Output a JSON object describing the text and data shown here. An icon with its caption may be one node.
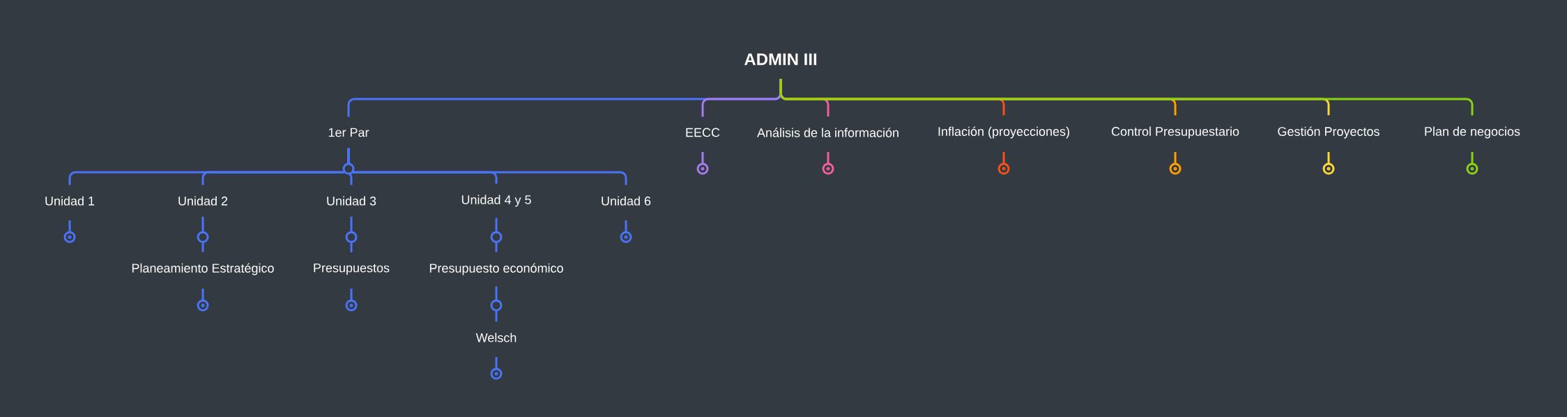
{
  "diagram": {
    "nodes": [
      {
        "text": [
          "ADMIN III"
        ]
      },
      {
        "text": [
          "1er Par"
        ]
      },
      {
        "text": [
          "EECC"
        ]
      },
      {
        "text": [
          "Análisis de la información"
        ]
      },
      {
        "text": [
          "Inflación (proyecciones)"
        ]
      },
      {
        "text": [
          "Control Presupuestario"
        ]
      },
      {
        "text": [
          "Gestión Proyectos"
        ]
      },
      {
        "text": [
          "Plan de negocios"
        ]
      },
      {
        "text": [
          "Unidad 1"
        ]
      },
      {
        "text": [
          "Unidad 2"
        ]
      },
      {
        "text": [
          "Unidad 3"
        ]
      },
      {
        "text": [
          "Unidad 4 y 5"
        ]
      },
      {
        "text": [
          "Unidad 6"
        ]
      },
      {
        "text": [
          "Planeamiento Estratégico"
        ]
      },
      {
        "text": [
          "Presupuestos"
        ]
      },
      {
        "text": [
          "Presupuesto económico"
        ]
      },
      {
        "text": [
          "Welsch"
        ]
      }
    ],
    "edges": [
      {
        "from": 0,
        "to": 1,
        "arrow": "none"
      },
      {
        "from": 0,
        "to": 2,
        "arrow": "none",
        "color": "#a67cf2"
      },
      {
        "from": 0,
        "to": 3,
        "arrow": "none",
        "color": "#f0609a"
      },
      {
        "from": 0,
        "to": 4,
        "arrow": "none",
        "color": "#f4511e"
      },
      {
        "from": 0,
        "to": 5,
        "arrow": "none",
        "color": "#ffa000"
      },
      {
        "from": 0,
        "to": 6,
        "arrow": "none",
        "color": "#fdd835"
      },
      {
        "from": 0,
        "to": 7,
        "arrow": "none",
        "color": "#8bd313"
      },
      {
        "from": 1,
        "to": 8,
        "arrow": "none"
      },
      {
        "from": 1,
        "to": 9,
        "arrow": "none"
      },
      {
        "from": 1,
        "to": 10,
        "arrow": "none"
      },
      {
        "from": 1,
        "to": 11,
        "arrow": "none"
      },
      {
        "from": 1,
        "to": 12,
        "arrow": "none"
      },
      {
        "from": 9,
        "to": 13,
        "arrow": "none"
      },
      {
        "from": 10,
        "to": 14,
        "arrow": "none"
      },
      {
        "from": 11,
        "to": 15,
        "arrow": "none"
      },
      {
        "from": 15,
        "to": 16,
        "arrow": "none"
      }
    ]
  }
}
